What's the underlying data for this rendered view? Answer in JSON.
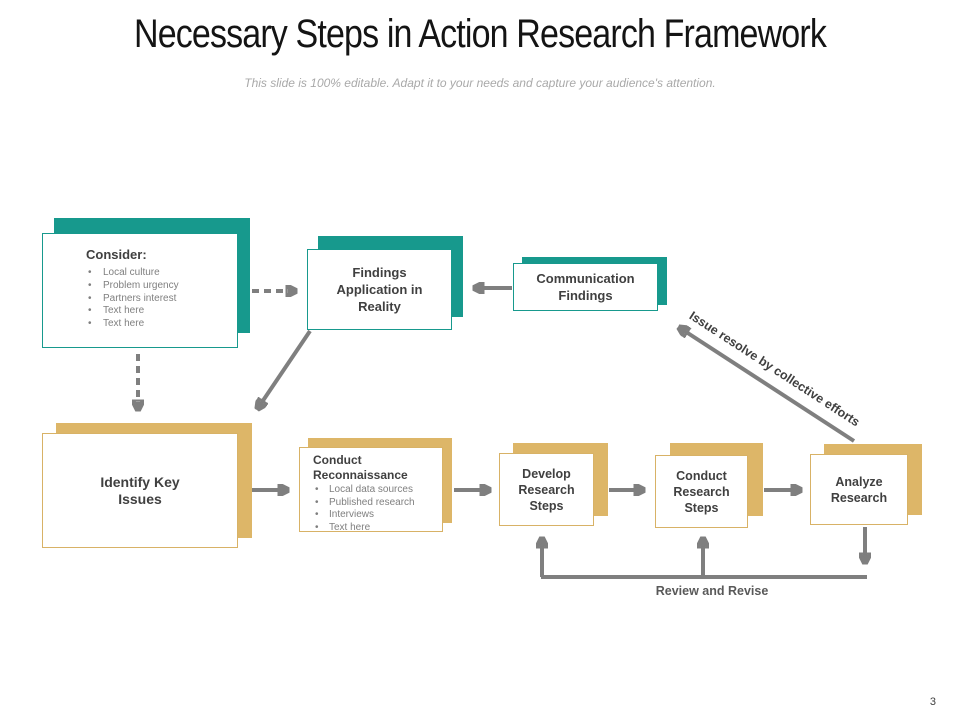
{
  "slide": {
    "title": "Necessary Steps in Action Research Framework",
    "subtitle": "This slide is 100% editable. Adapt it to your needs and capture your audience's attention.",
    "page_number": "3"
  },
  "colors": {
    "teal_accent": "#17998d",
    "gold_accent": "#ddb668",
    "arrow_gray": "#7f7f7f",
    "text_dark": "#404040",
    "text_gray": "#7f7f7f"
  },
  "boxes": {
    "consider": {
      "heading": "Consider:",
      "bullets": [
        "Local culture",
        "Problem urgency",
        "Partners interest",
        "Text here",
        "Text here"
      ]
    },
    "findings_application": {
      "label": "Findings Application in Reality"
    },
    "communication_findings": {
      "label": "Communication Findings"
    },
    "identify_key_issues": {
      "label": "Identify Key Issues"
    },
    "conduct_reconnaissance": {
      "heading": "Conduct Reconnaissance",
      "bullets": [
        "Local data sources",
        "Published research",
        "Interviews",
        "Text here"
      ]
    },
    "develop_research_steps": {
      "label": "Develop Research Steps"
    },
    "conduct_research_steps": {
      "label": "Conduct Research Steps"
    },
    "analyze_research": {
      "label": "Analyze Research"
    }
  },
  "annotations": {
    "diagonal_arrow_label": "Issue resolve by collective efforts",
    "feedback_loop_label": "Review and Revise"
  }
}
